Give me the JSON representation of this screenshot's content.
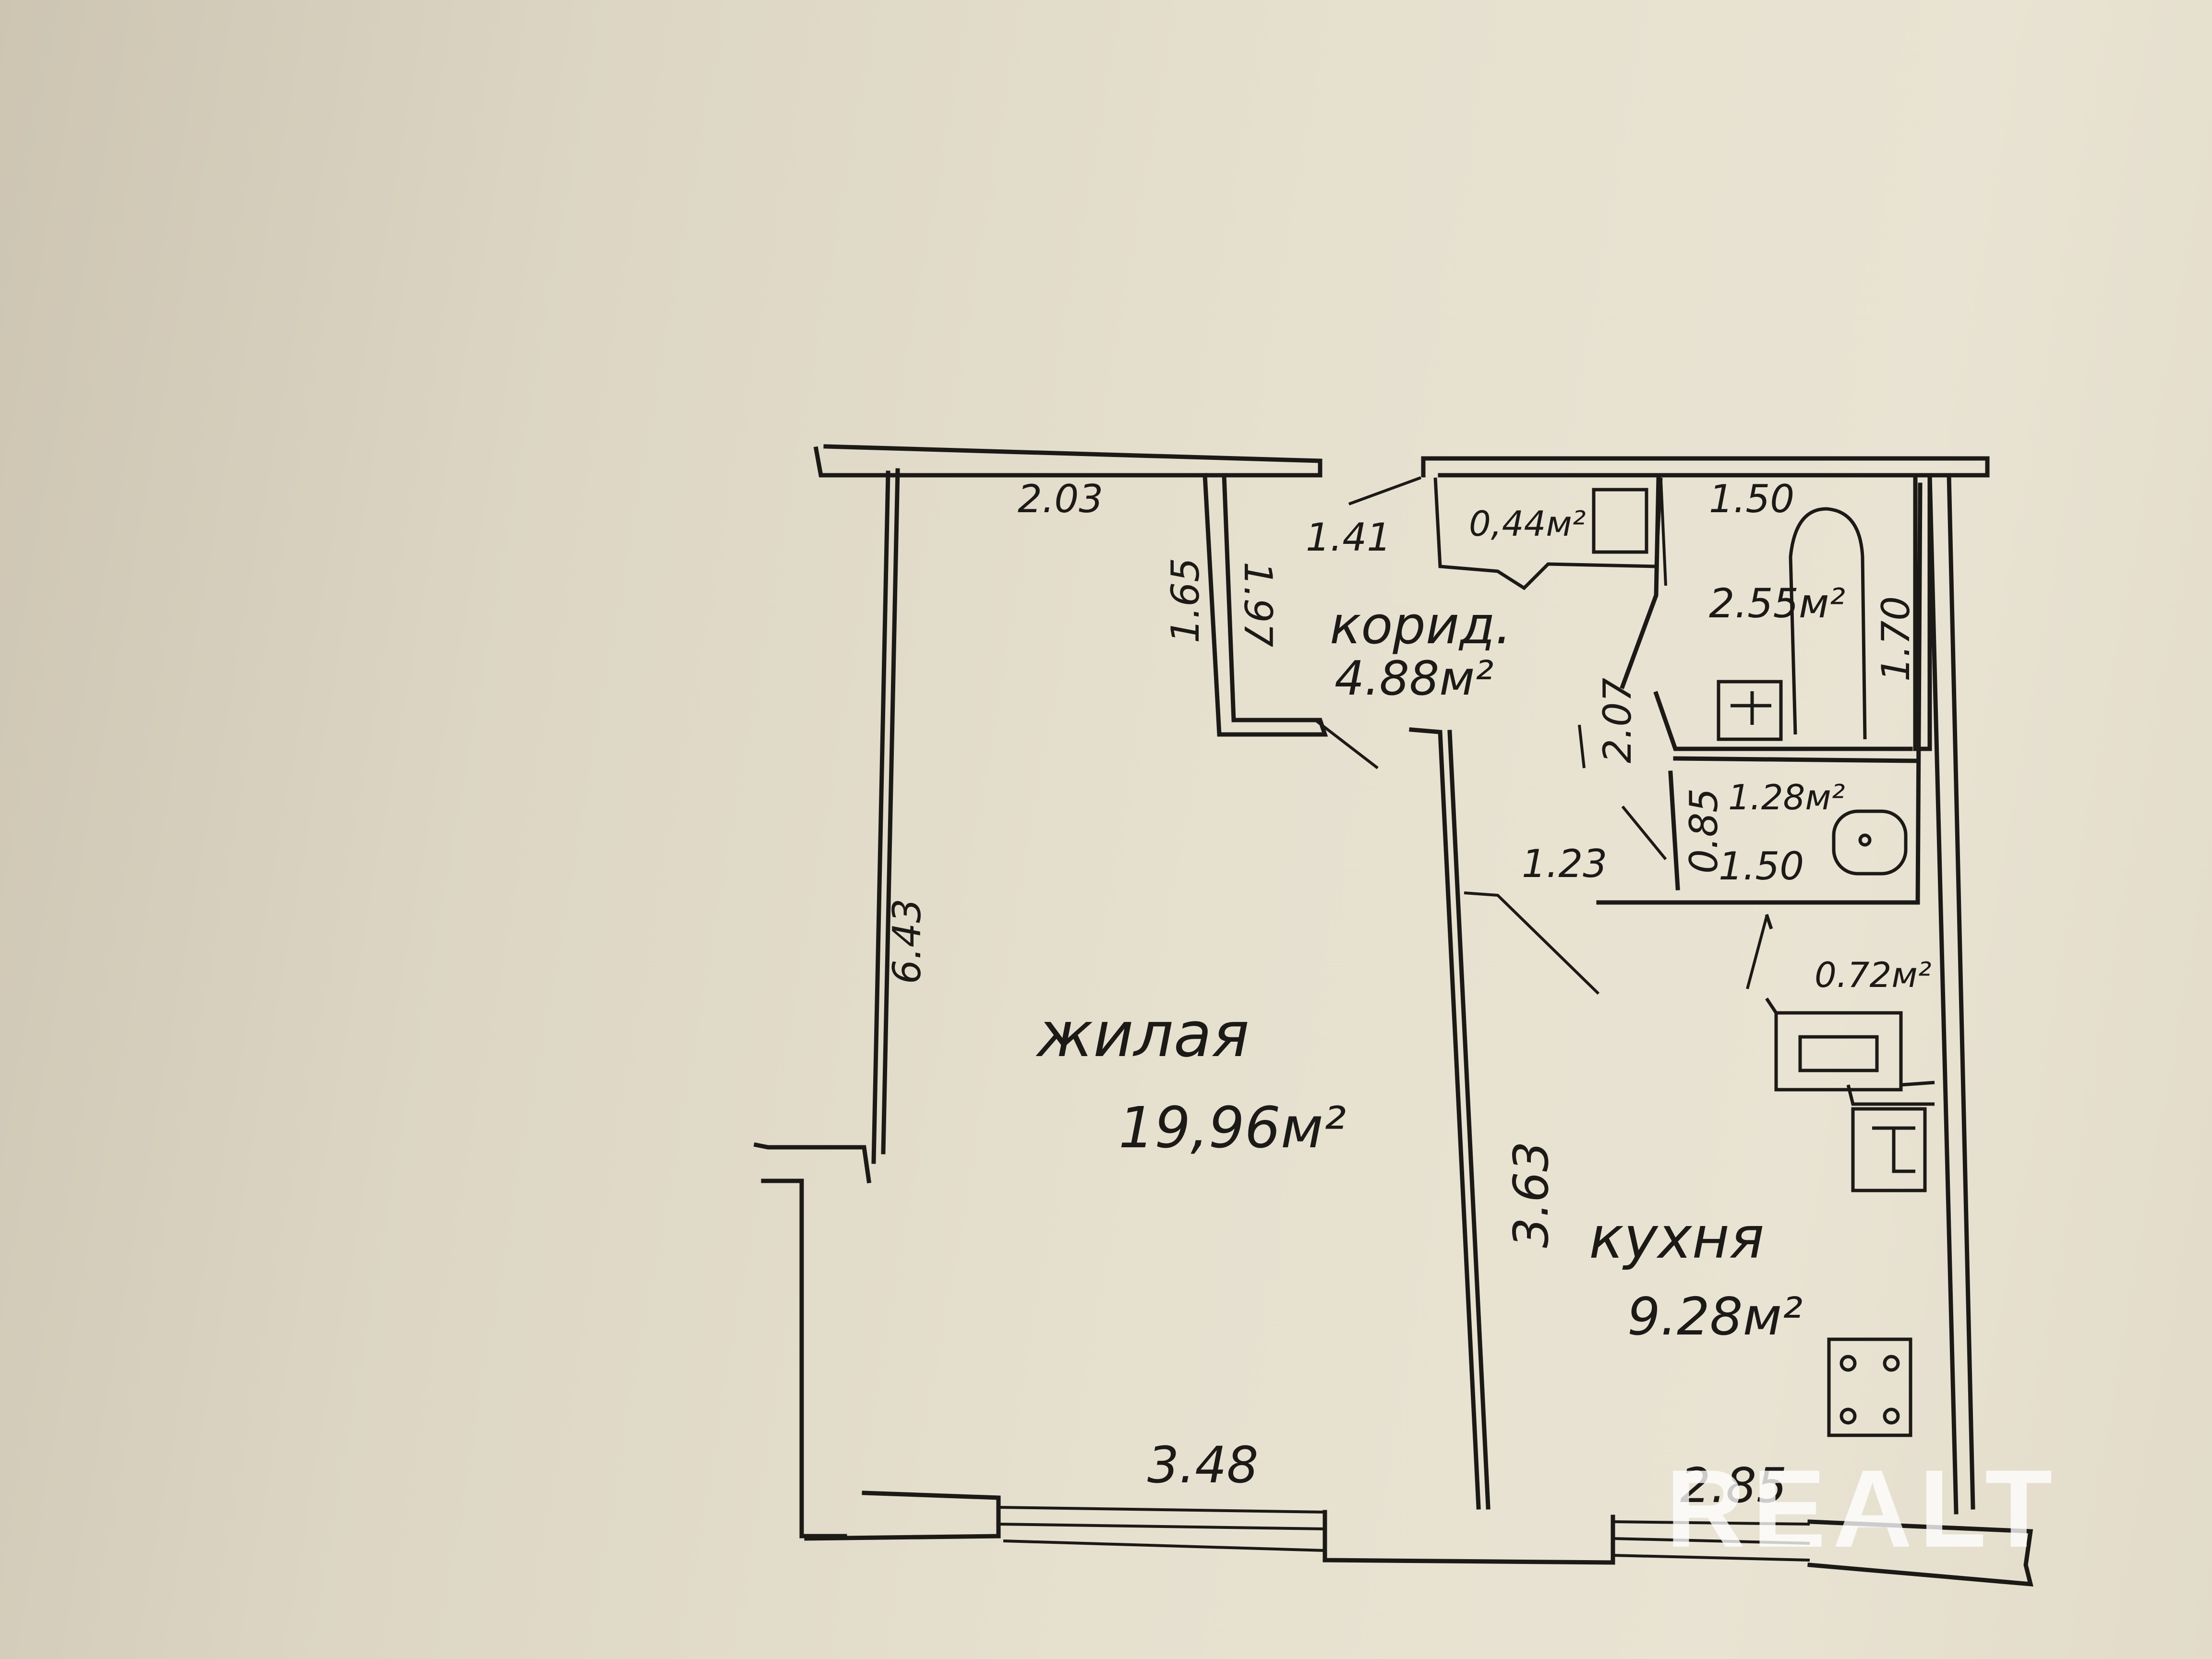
{
  "plan": {
    "rooms": {
      "living": {
        "name": "жилая",
        "area": "19,96м²"
      },
      "corridor": {
        "name": "корид.",
        "area": "4.88м²"
      },
      "kitchen": {
        "name": "кухня",
        "area": "9.28м²"
      },
      "closet": {
        "area": "0,44м²"
      },
      "bathroom": {
        "area": "2.55м²"
      },
      "toilet": {
        "area": "1.28м²"
      },
      "pantry": {
        "area": "0.72м²"
      }
    },
    "dimensions": {
      "living_top": "2.03",
      "living_side": "6.43",
      "living_bottom": "3.48",
      "niche_1": "1.65",
      "niche_2": "1.97",
      "corridor_top": "1.41",
      "corridor_side": "2.07",
      "corridor_lower": "1.23",
      "bath_width": "1.50",
      "bath_length": "1.70",
      "toilet_depth": "0.85",
      "toilet_width": "1.50",
      "kitchen_side": "3.63",
      "kitchen_bottom": "2.85"
    }
  },
  "watermark": "REALT",
  "colors": {
    "ink": "#1c1a17",
    "paper": "#e3dccb"
  }
}
